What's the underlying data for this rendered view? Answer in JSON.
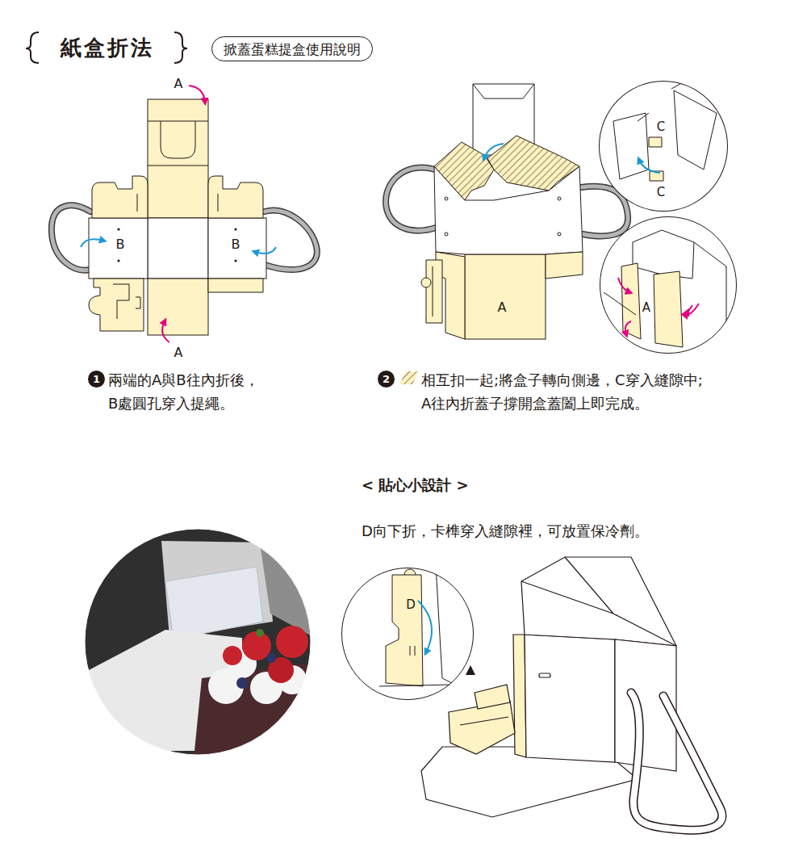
{
  "diagram": {
    "title": "紙盒折法",
    "nodes": [
      {
        "text": [
          "掀蓋蛋糕提盒使用說明"
        ]
      },
      {
        "text": [
          "C",
          "C"
        ]
      },
      {
        "text": [
          "A"
        ]
      },
      {
        "text": [
          "1"
        ]
      },
      {
        "text": [
          "2"
        ]
      },
      {
        "text": [
          "D"
        ]
      }
    ],
    "labels": [
      "A",
      "B",
      "B",
      "A",
      "A",
      "兩端的A與B往內折後， B處圓孔穿入提繩。",
      "相互扣一起;將盒子轉向側邊，C穿入縫隙中; A往內折蓋子撐開盒蓋闔上即完成。",
      "< 貼心小設計 >",
      "D向下折，卡榫穿入縫隙裡，可放置保冷劑。"
    ]
  }
}
